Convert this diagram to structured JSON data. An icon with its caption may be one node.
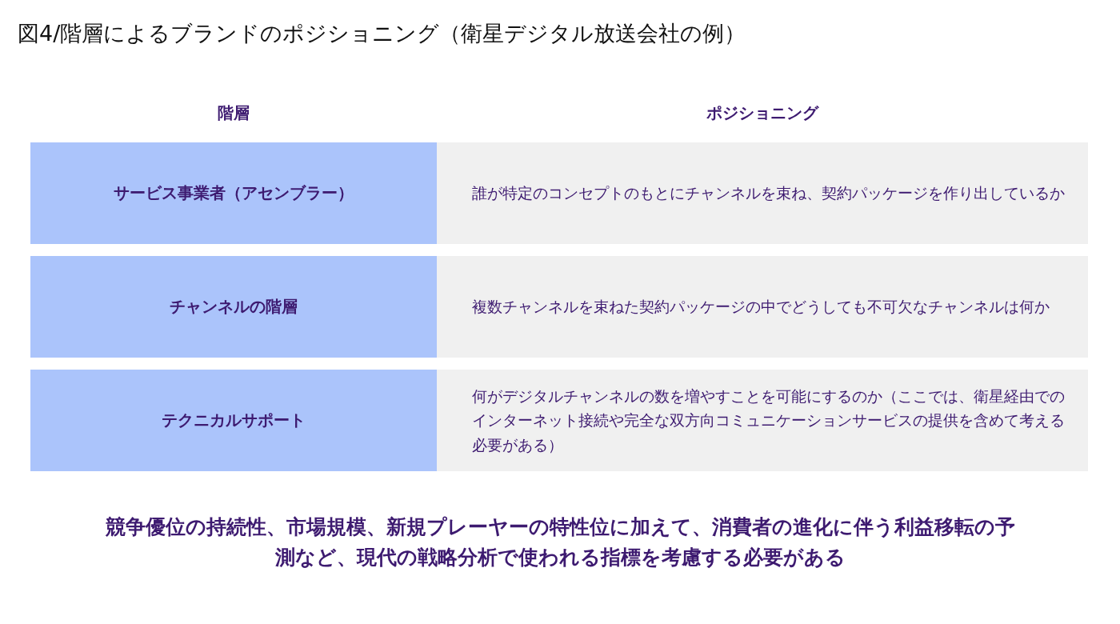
{
  "diagram": {
    "title": "図4/階層によるブランドのポジショニング（衛星デジタル放送会社の例）",
    "nodes": [
      {
        "text": [
          "サービス事業者（アセンブラー）"
        ]
      },
      {
        "text": [
          "誰が特定のコンセプトのもとにチャンネルを束ね、契約パッケージを作り出しているか"
        ]
      },
      {
        "text": [
          "チャンネルの階層"
        ]
      },
      {
        "text": [
          "複数チャンネルを束ねた契約パッケージの中でどうしても不可欠なチャンネルは何か"
        ]
      },
      {
        "text": [
          "テクニカルサポート"
        ]
      },
      {
        "text": [
          "何がデジタルチャンネルの数を増やすことを可能にするのか（ここでは、衛星経由でのインターネット接続や完全な双方向コミュニケーションサービスの提供を含めて考える必要がある）"
        ]
      }
    ],
    "labels": [
      "階層",
      "ポジショニング",
      "競争優位の持続性、市場規模、新規プレーヤーの特性位に加えて、消費者の進化に伴う利益移転の予測など、現代の戦略分析で使われる指標を考慮する必要がある"
    ]
  }
}
